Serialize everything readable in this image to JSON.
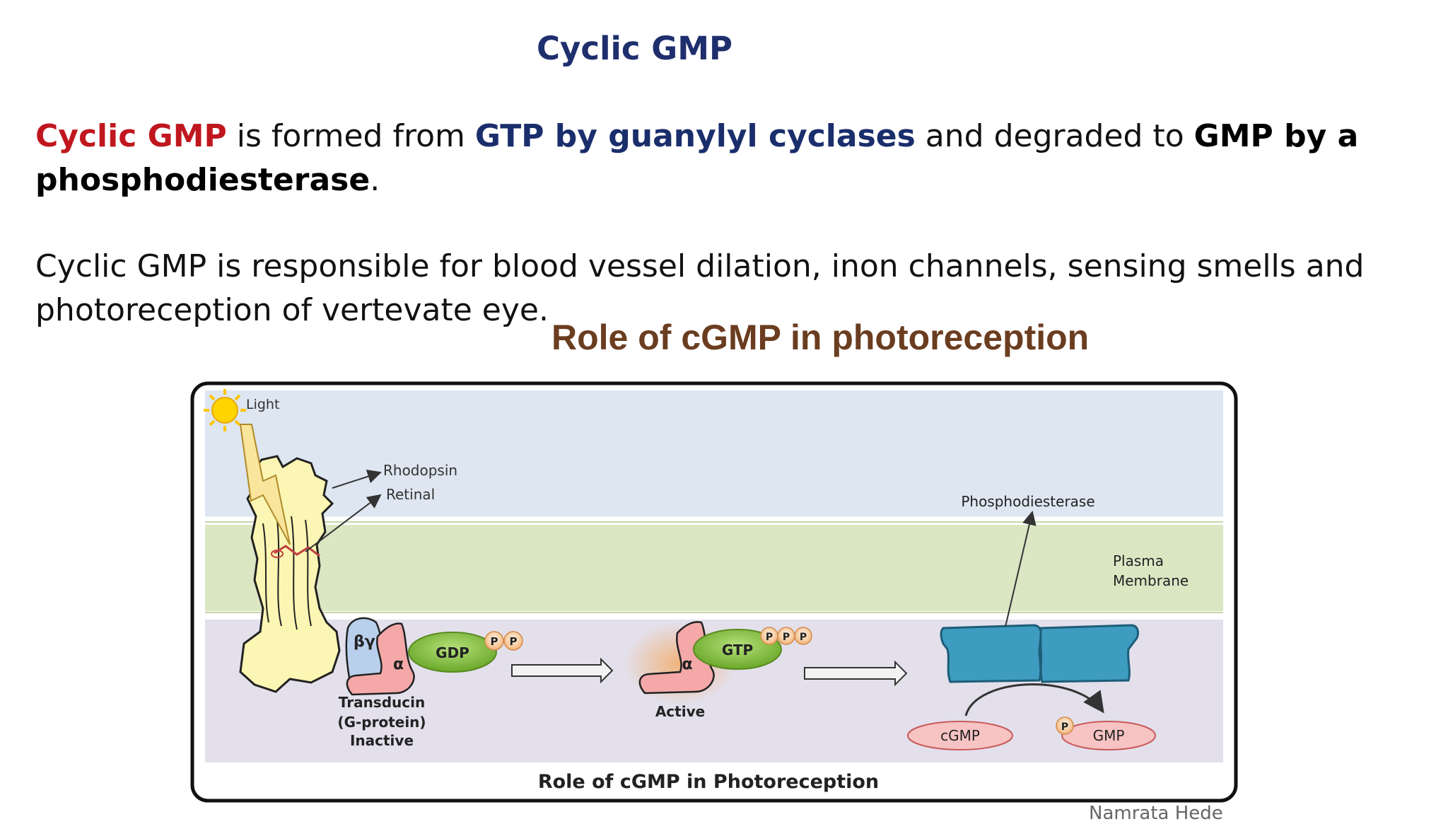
{
  "slide": {
    "title": "Cyclic GMP",
    "para1": {
      "p1": "Cyclic GMP",
      "p2": " is formed from ",
      "p3": "GTP by guanylyl cyclases",
      "p4": " and degraded to ",
      "p5": "GMP by a phosphodiesterase",
      "p6": "."
    },
    "para2": "Cyclic GMP is responsible for blood vessel dilation, inon channels, sensing smells and photoreception of vertevate eye."
  },
  "figure": {
    "heading": "Role of cGMP in photoreception",
    "caption": "Role of cGMP in Photoreception",
    "watermark": "Namrata Hede",
    "labels": {
      "light": "Light",
      "rhodopsin": "Rhodopsin",
      "retinal": "Retinal",
      "beta_gamma": "βγ",
      "alpha": "α",
      "gdp": "GDP",
      "gtp": "GTP",
      "phosphate": "P",
      "transducin_line1": "Transducin",
      "transducin_line2": "(G-protein)",
      "transducin_line3": "Inactive",
      "active": "Active",
      "phosphodiesterase": "Phosphodiesterase",
      "plasma_line1": "Plasma",
      "plasma_line2": "Membrane",
      "cgmp": "cGMP",
      "gmp": "GMP"
    },
    "colors": {
      "heading": "#6b3d20",
      "extracellular": "#dde6f1",
      "membrane": "#dbe6c3",
      "cytoplasm": "#e3e0ec",
      "rhodopsin": "#fbf6b3",
      "alpha_subunit": "#f4a8a8",
      "beta_gamma_subunit": "#b8d0ec",
      "nucleotide": "#8cc63f",
      "phosphodiesterase": "#3d9cc0",
      "substrate_oval": "#f7c3c3"
    }
  }
}
